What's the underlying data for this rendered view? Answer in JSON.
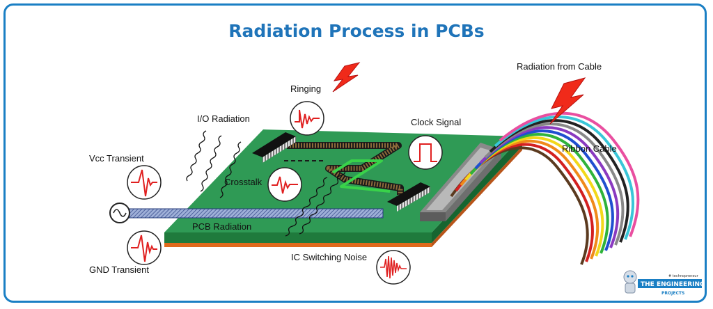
{
  "title": "Radiation Process in PCBs",
  "labels": {
    "radiation_from_cable": "Radiation from Cable",
    "ringing": "Ringing",
    "io_radiation": "I/O Radiation",
    "clock_signal": "Clock Signal",
    "ribbon_cable": "Ribbon Cable",
    "vcc_transient": "Vcc Transient",
    "crosstalk": "Crosstalk",
    "pcb_radiation": "PCB  Radiation",
    "gnd_transient": "GND Transient",
    "ic_switching_noise": "IC Switching Noise"
  },
  "logo": {
    "tagline": "# technopreneur",
    "line1": "THE ENGINEERING",
    "line2": "PROJECTS"
  },
  "colors": {
    "border": "#1a7fc4",
    "title": "#1f74b9",
    "board": "#2f9a55",
    "waveform": "#e02020",
    "bolt": "#f02a1a"
  }
}
